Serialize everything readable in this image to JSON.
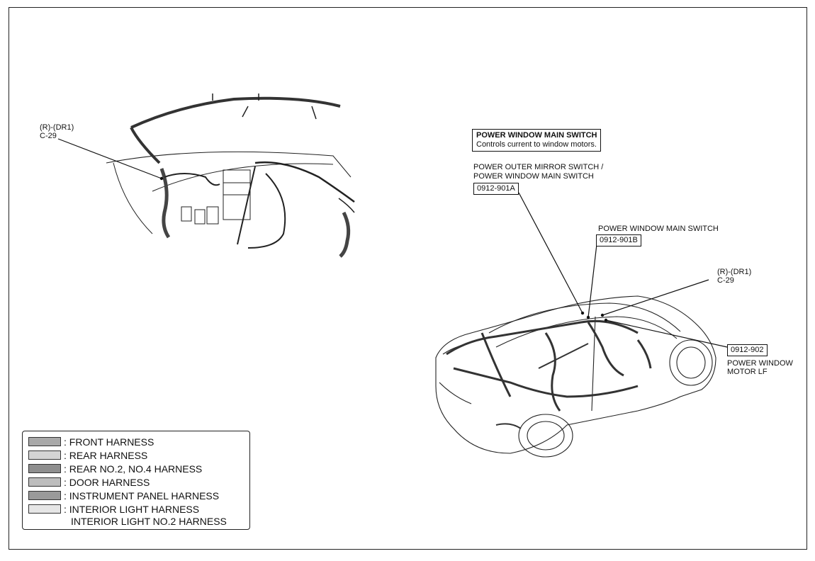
{
  "labels": {
    "left_connector_line1": "(R)-(DR1)",
    "left_connector_line2": "C-29",
    "right_connector_line1": "(R)-(DR1)",
    "right_connector_line2": "C-29",
    "mirror_switch_line1": "POWER OUTER MIRROR SWITCH /",
    "mirror_switch_line2": "POWER WINDOW MAIN SWITCH",
    "mirror_switch_code": "0912-901A",
    "main_switch_label": "POWER WINDOW MAIN SWITCH",
    "main_switch_code": "0912-901B",
    "motor_code": "0912-902",
    "motor_line1": "POWER WINDOW",
    "motor_line2": "MOTOR LF"
  },
  "callout": {
    "title": "POWER WINDOW MAIN SWITCH",
    "description": "Controls current to window motors."
  },
  "legend": {
    "items": [
      {
        "label": ": FRONT HARNESS",
        "color": "#a9a9a9"
      },
      {
        "label": ": REAR HARNESS",
        "color": "#d4d4d4"
      },
      {
        "label": ": REAR NO.2, NO.4 HARNESS",
        "color": "#8e8e8e"
      },
      {
        "label": ": DOOR HARNESS",
        "color": "#bdbdbd"
      },
      {
        "label": ": INSTRUMENT PANEL HARNESS",
        "color": "#9a9a9a"
      },
      {
        "label": ": INTERIOR LIGHT HARNESS",
        "color": "#e6e6e6"
      }
    ],
    "extra_line": "INTERIOR LIGHT NO.2 HARNESS"
  }
}
